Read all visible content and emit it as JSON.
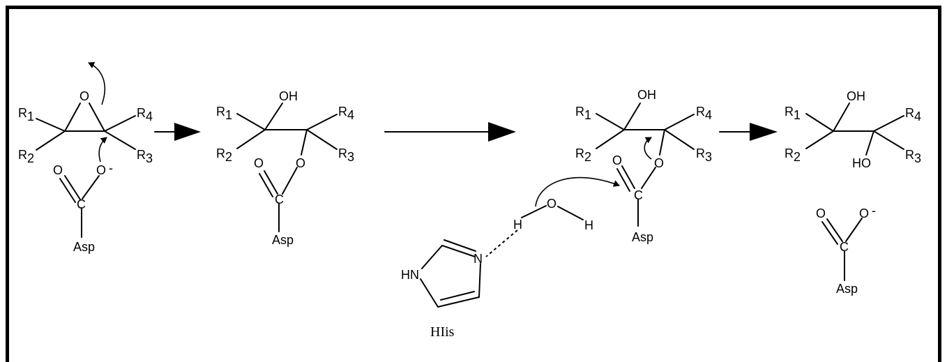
{
  "labels": {
    "r1": "R",
    "r1_sub": "1",
    "r2": "R",
    "r2_sub": "2",
    "r3": "R",
    "r3_sub": "3",
    "r4": "R",
    "r4_sub": "4",
    "o": "O",
    "o_minus": "O",
    "minus": "-",
    "oh": "OH",
    "ho": "HO",
    "c": "C",
    "asp": "Asp",
    "h": "H",
    "n": "N",
    "hn": "HN",
    "his": "HIis"
  }
}
